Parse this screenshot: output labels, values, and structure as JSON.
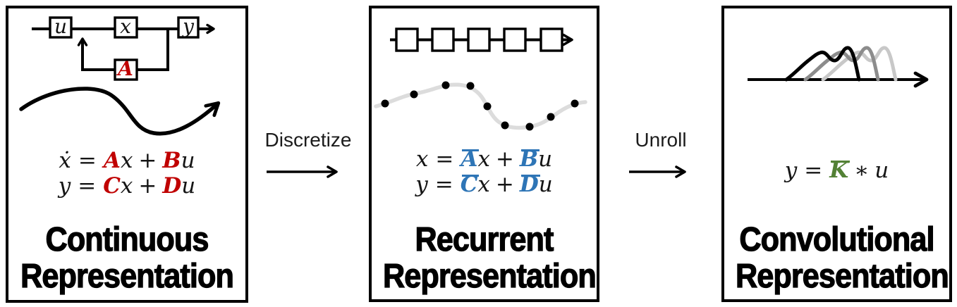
{
  "figure": {
    "panels": {
      "continuous": {
        "title_line1": "Continuous",
        "title_line2": "Representation",
        "blocks": {
          "input": "u",
          "state": "x",
          "output": "y",
          "feedback": "A"
        },
        "eq1": {
          "lhs": "ẋ",
          "rel": "=",
          "c1": "A",
          "v1": "x",
          "op": "+",
          "c2": "B",
          "v2": "u"
        },
        "eq2": {
          "lhs": "y",
          "rel": "=",
          "c1": "C",
          "v1": "x",
          "op": "+",
          "c2": "D",
          "v2": "u"
        },
        "accent_color": "#C00000"
      },
      "recurrent": {
        "title_line1": "Recurrent",
        "title_line2": "Representation",
        "eq1": {
          "lhs": "x",
          "rel": "=",
          "c1": "A",
          "v1": "x",
          "op": "+",
          "c2": "B",
          "v2": "u"
        },
        "eq2": {
          "lhs": "y",
          "rel": "=",
          "c1": "C",
          "v1": "x",
          "op": "+",
          "c2": "D",
          "v2": "u"
        },
        "accent_color": "#2E75B6"
      },
      "convolutional": {
        "title_line1": "Convolutional",
        "title_line2": "Representation",
        "eq": {
          "lhs": "y",
          "rel": "=",
          "c1": "K",
          "op": "∗",
          "v1": "u"
        },
        "accent_color": "#538135"
      }
    },
    "transitions": {
      "discretize": {
        "label": "Discretize"
      },
      "unroll": {
        "label": "Unroll"
      }
    },
    "colors": {
      "line_black": "#000000",
      "signal_gray": "#DCDCDC",
      "kernel_gray": "#8C8C8C",
      "kernel_light_gray": "#C8C8C8"
    }
  }
}
